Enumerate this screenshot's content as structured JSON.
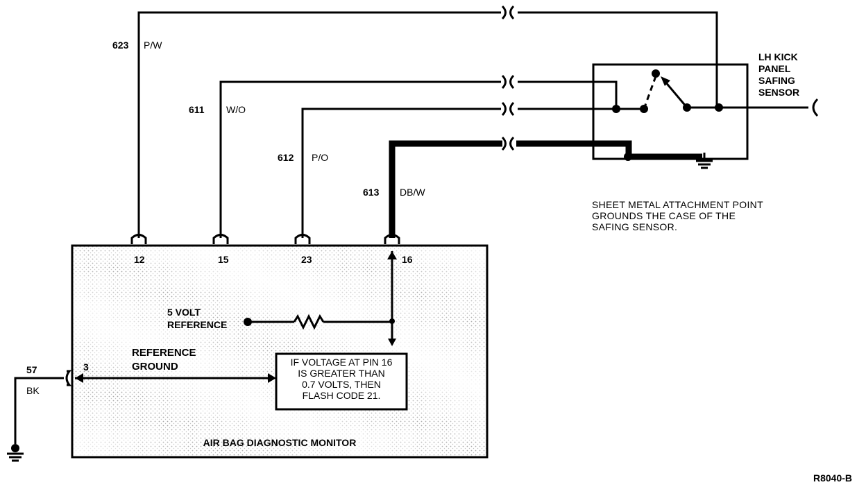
{
  "wires": {
    "w623": {
      "circuit": "623",
      "color": "P/W",
      "pin": "12"
    },
    "w611": {
      "circuit": "611",
      "color": "W/O",
      "pin": "15"
    },
    "w612": {
      "circuit": "612",
      "color": "P/O",
      "pin": "23"
    },
    "w613": {
      "circuit": "613",
      "color": "DB/W",
      "pin": "16"
    },
    "w57": {
      "circuit": "57",
      "color": "BK",
      "pin": "3"
    }
  },
  "sensor": {
    "title_lines": [
      "LH KICK",
      "PANEL",
      "SAFING",
      "SENSOR"
    ],
    "note_lines": [
      "SHEET METAL ATTACHMENT POINT",
      "GROUNDS THE CASE OF THE",
      "SAFING SENSOR."
    ]
  },
  "monitor": {
    "title": "AIR BAG DIAGNOSTIC MONITOR",
    "ref5v_lines": [
      "5 VOLT",
      "REFERENCE"
    ],
    "refgnd_lines": [
      "REFERENCE",
      "GROUND"
    ],
    "logic_lines": [
      "IF VOLTAGE AT PIN 16",
      "IS GREATER THAN",
      "0.7 VOLTS, THEN",
      "FLASH CODE 21."
    ]
  },
  "figure_id": "R8040-B",
  "colors": {
    "ink": "#000000",
    "background": "#ffffff",
    "shading": "#b0b0b0"
  }
}
